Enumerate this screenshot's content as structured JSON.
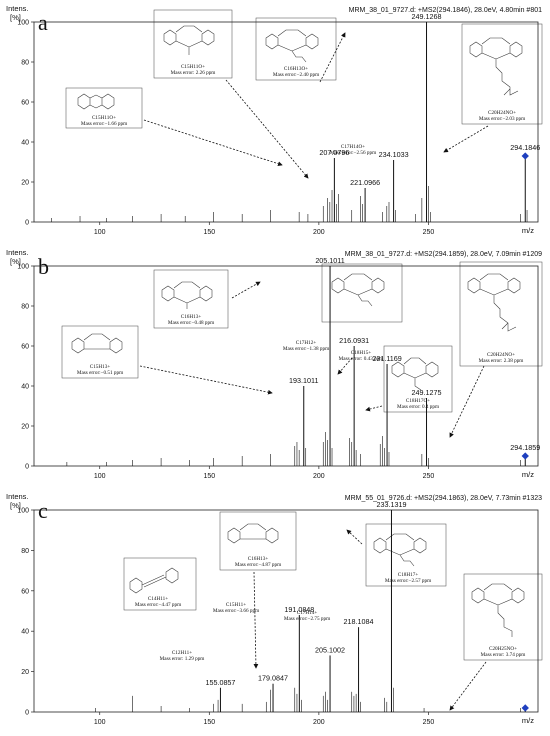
{
  "chart_data": [
    {
      "type": "bar",
      "panel_letter": "a",
      "y_title_1": "Intens.",
      "y_title_2": "[%]",
      "header": "MRM_38_01_9727.d: +MS2(294.1846), 28.0eV, 4.80min #801",
      "xlabel": "m/z",
      "xlim": [
        70,
        300
      ],
      "ylim": [
        0,
        100
      ],
      "x_ticks": [
        100,
        150,
        200,
        250
      ],
      "y_ticks": [
        0,
        20,
        40,
        60,
        80,
        100
      ],
      "peaks": [
        {
          "x": 207.0796,
          "y": 32,
          "label": "207.0796"
        },
        {
          "x": 221.0966,
          "y": 17,
          "label": "221.0966"
        },
        {
          "x": 234.1033,
          "y": 31,
          "label": "234.1033"
        },
        {
          "x": 249.1268,
          "y": 100,
          "label": "249.1268"
        },
        {
          "x": 294.1846,
          "y": 33,
          "label": "294.1846",
          "precursor": true
        }
      ],
      "minor_peaks": [
        {
          "x": 78,
          "y": 2
        },
        {
          "x": 91,
          "y": 3
        },
        {
          "x": 103,
          "y": 2
        },
        {
          "x": 115,
          "y": 3
        },
        {
          "x": 128,
          "y": 4
        },
        {
          "x": 139,
          "y": 3
        },
        {
          "x": 152,
          "y": 5
        },
        {
          "x": 165,
          "y": 4
        },
        {
          "x": 178,
          "y": 6
        },
        {
          "x": 191,
          "y": 5
        },
        {
          "x": 195,
          "y": 4
        },
        {
          "x": 202,
          "y": 8
        },
        {
          "x": 204,
          "y": 12
        },
        {
          "x": 205,
          "y": 10
        },
        {
          "x": 206,
          "y": 16
        },
        {
          "x": 208,
          "y": 9
        },
        {
          "x": 209,
          "y": 14
        },
        {
          "x": 215,
          "y": 6
        },
        {
          "x": 219,
          "y": 13
        },
        {
          "x": 220,
          "y": 9
        },
        {
          "x": 229,
          "y": 5
        },
        {
          "x": 231,
          "y": 8
        },
        {
          "x": 232,
          "y": 10
        },
        {
          "x": 235,
          "y": 6
        },
        {
          "x": 244,
          "y": 4
        },
        {
          "x": 247,
          "y": 12
        },
        {
          "x": 250,
          "y": 18
        },
        {
          "x": 251,
          "y": 5
        },
        {
          "x": 292,
          "y": 4
        },
        {
          "x": 295,
          "y": 6
        }
      ],
      "annotations": [
        {
          "formula": "C15H11O+",
          "error": "Mass error:−1.66 ppm"
        },
        {
          "formula": "C15H11O+",
          "error": "Mass error: 2.26 ppm"
        },
        {
          "formula": "C16H13O+",
          "error": "Mass error:−2.40 ppm"
        },
        {
          "formula": "C17H14O+",
          "error": "Mass error:−2.56 ppm"
        },
        {
          "formula": "C20H24NO+",
          "error": "Mass error:−2.03 ppm"
        }
      ]
    },
    {
      "type": "bar",
      "panel_letter": "b",
      "y_title_1": "Intens.",
      "y_title_2": "[%]",
      "header": "MRM_38_01_9727.d: +MS2(294.1859), 28.0eV, 7.09min #1209",
      "xlabel": "m/z",
      "xlim": [
        70,
        300
      ],
      "ylim": [
        0,
        100
      ],
      "x_ticks": [
        100,
        150,
        200,
        250
      ],
      "y_ticks": [
        0,
        20,
        40,
        60,
        80,
        100
      ],
      "peaks": [
        {
          "x": 193.1011,
          "y": 40,
          "label": "193.1011"
        },
        {
          "x": 205.1011,
          "y": 100,
          "label": "205.1011"
        },
        {
          "x": 216.0931,
          "y": 60,
          "label": "216.0931"
        },
        {
          "x": 231.1169,
          "y": 51,
          "label": "231.1169"
        },
        {
          "x": 249.1275,
          "y": 34,
          "label": "249.1275"
        },
        {
          "x": 294.1859,
          "y": 5,
          "label": "294.1859",
          "precursor": true
        }
      ],
      "minor_peaks": [
        {
          "x": 85,
          "y": 2
        },
        {
          "x": 103,
          "y": 2
        },
        {
          "x": 115,
          "y": 3
        },
        {
          "x": 128,
          "y": 4
        },
        {
          "x": 141,
          "y": 3
        },
        {
          "x": 152,
          "y": 4
        },
        {
          "x": 165,
          "y": 5
        },
        {
          "x": 178,
          "y": 6
        },
        {
          "x": 189,
          "y": 10
        },
        {
          "x": 190,
          "y": 12
        },
        {
          "x": 191,
          "y": 8
        },
        {
          "x": 194,
          "y": 9
        },
        {
          "x": 202,
          "y": 12
        },
        {
          "x": 203,
          "y": 17
        },
        {
          "x": 204,
          "y": 13
        },
        {
          "x": 206,
          "y": 9
        },
        {
          "x": 214,
          "y": 14
        },
        {
          "x": 215,
          "y": 12
        },
        {
          "x": 217,
          "y": 8
        },
        {
          "x": 219,
          "y": 6
        },
        {
          "x": 228,
          "y": 11
        },
        {
          "x": 229,
          "y": 15
        },
        {
          "x": 230,
          "y": 9
        },
        {
          "x": 232,
          "y": 7
        },
        {
          "x": 247,
          "y": 6
        },
        {
          "x": 250,
          "y": 4
        },
        {
          "x": 292,
          "y": 3
        }
      ],
      "annotations": [
        {
          "formula": "C15H13+",
          "error": "Mass error:−0.51 ppm"
        },
        {
          "formula": "C16H13+",
          "error": "Mass error:−0.48 ppm"
        },
        {
          "formula": "C17H12+",
          "error": "Mass error:−1.38 ppm"
        },
        {
          "formula": "C18H15+",
          "error": "Mass error: 0.43 ppm"
        },
        {
          "formula": "C18H17O+",
          "error": "Mass error: 0.4 ppm"
        },
        {
          "formula": "C20H24NO+",
          "error": "Mass error: 2.38 ppm"
        }
      ]
    },
    {
      "type": "bar",
      "panel_letter": "c",
      "y_title_1": "Intens.",
      "y_title_2": "[%]",
      "header": "MRM_55_01_9726.d: +MS2(294.1863), 28.0eV, 7.73min #1323",
      "xlabel": "m/z",
      "xlim": [
        70,
        300
      ],
      "ylim": [
        0,
        100
      ],
      "x_ticks": [
        100,
        150,
        200,
        250
      ],
      "y_ticks": [
        0,
        20,
        40,
        60,
        80,
        100
      ],
      "peaks": [
        {
          "x": 155.0857,
          "y": 12,
          "label": "155.0857"
        },
        {
          "x": 179.0847,
          "y": 14,
          "label": "179.0847"
        },
        {
          "x": 191.0848,
          "y": 48,
          "label": "191.0848"
        },
        {
          "x": 205.1002,
          "y": 28,
          "label": "205.1002"
        },
        {
          "x": 218.1084,
          "y": 42,
          "label": "218.1084"
        },
        {
          "x": 233.1319,
          "y": 100,
          "label": "233.1319"
        },
        {
          "x": 294.1863,
          "y": 2,
          "label": "",
          "precursor": true
        }
      ],
      "minor_peaks": [
        {
          "x": 98,
          "y": 2
        },
        {
          "x": 115,
          "y": 8
        },
        {
          "x": 128,
          "y": 3
        },
        {
          "x": 141,
          "y": 2
        },
        {
          "x": 152,
          "y": 4
        },
        {
          "x": 154,
          "y": 6
        },
        {
          "x": 165,
          "y": 4
        },
        {
          "x": 176,
          "y": 5
        },
        {
          "x": 178,
          "y": 11
        },
        {
          "x": 189,
          "y": 12
        },
        {
          "x": 190,
          "y": 9
        },
        {
          "x": 192,
          "y": 6
        },
        {
          "x": 202,
          "y": 8
        },
        {
          "x": 203,
          "y": 10
        },
        {
          "x": 204,
          "y": 6
        },
        {
          "x": 215,
          "y": 10
        },
        {
          "x": 216,
          "y": 8
        },
        {
          "x": 217,
          "y": 9
        },
        {
          "x": 219,
          "y": 5
        },
        {
          "x": 230,
          "y": 7
        },
        {
          "x": 231,
          "y": 5
        },
        {
          "x": 234,
          "y": 12
        },
        {
          "x": 248,
          "y": 2
        },
        {
          "x": 292,
          "y": 2
        }
      ],
      "annotations": [
        {
          "formula": "C12H11+",
          "error": "Mass error: 1.29 ppm"
        },
        {
          "formula": "C14H11+",
          "error": "Mass error:−4.47 ppm"
        },
        {
          "formula": "C15H11+",
          "error": "Mass error:−3.66 ppm"
        },
        {
          "formula": "C16H13+",
          "error": "Mass error:−4.87 ppm"
        },
        {
          "formula": "C17H14+",
          "error": "Mass error:−2.75 ppm"
        },
        {
          "formula": "C18H17+",
          "error": "Mass error:−2.57 ppm"
        },
        {
          "formula": "C20H25NO+",
          "error": "Mass error: 3.74 ppm"
        }
      ]
    }
  ]
}
